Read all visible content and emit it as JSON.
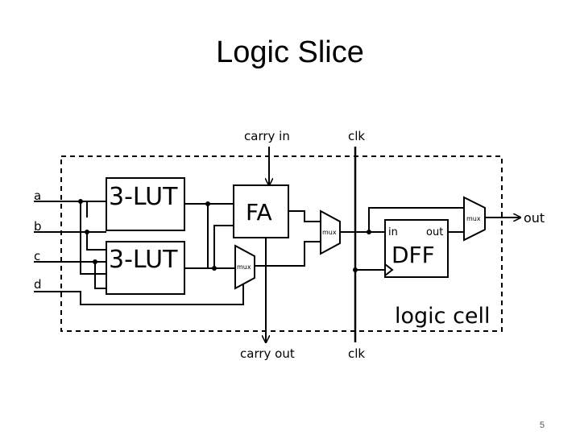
{
  "slide": {
    "title": "Logic Slice",
    "page_number": "5"
  },
  "diagram": {
    "inputs": [
      "a",
      "b",
      "c",
      "d"
    ],
    "top_labels": {
      "carry_in": "carry in",
      "clk": "clk"
    },
    "bottom_labels": {
      "carry_out": "carry out",
      "clk": "clk"
    },
    "blocks": {
      "lut1": "3-LUT",
      "lut2": "3-LUT",
      "full_adder": "FA",
      "dff": "DFF",
      "dff_in": "in",
      "dff_out": "out"
    },
    "mux_label": "mux",
    "output_label": "out",
    "region_label": "logic cell"
  }
}
